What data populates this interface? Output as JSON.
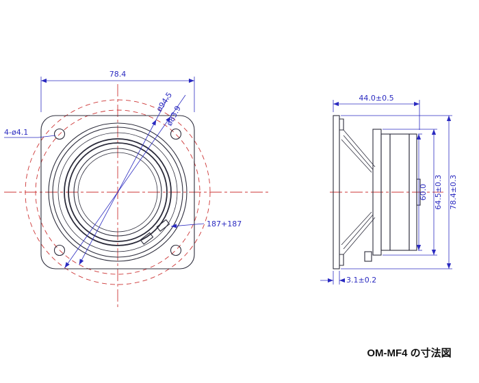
{
  "title": "OM-MF4 の寸法図",
  "colors": {
    "object_line": "#2b2b3a",
    "dimension": "#2a2ac0",
    "centerline": "#cc3333",
    "background": "#ffffff"
  },
  "front_view": {
    "dims": {
      "width": "78.4",
      "outer_diameter": "ø94.5",
      "bolt_circle_diameter": "ø83.9",
      "mounting_holes": "4-ø4.1",
      "terminals": "187+187"
    }
  },
  "side_view": {
    "dims": {
      "depth": "44.0±0.5",
      "magnet_height": "60.0",
      "basket_rear_height": "64.5±0.3",
      "total_height": "78.4±0.3",
      "flange_thickness": "3.1±0.2"
    }
  }
}
